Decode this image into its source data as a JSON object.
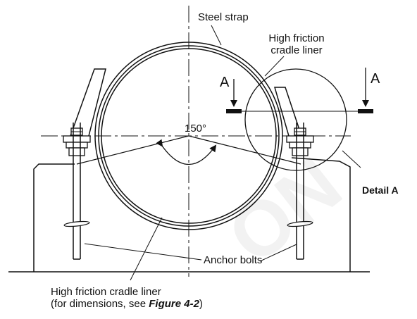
{
  "labels": {
    "steel_strap": "Steel strap",
    "liner_top_line1": "High friction",
    "liner_top_line2": "cradle liner",
    "section_letter_left": "A",
    "section_letter_right": "A",
    "angle": "150°",
    "detail": "Detail A",
    "anchor_bolts": "Anchor bolts",
    "liner_bottom_line1": "High friction cradle liner",
    "liner_bottom_prefix": "(for dimensions, see ",
    "liner_bottom_ref": "Figure 4-2",
    "liner_bottom_suffix": ")"
  },
  "watermark": "ON",
  "colors": {
    "line": "#111111",
    "background": "#ffffff",
    "watermark": "rgba(0,0,0,0.05)"
  }
}
